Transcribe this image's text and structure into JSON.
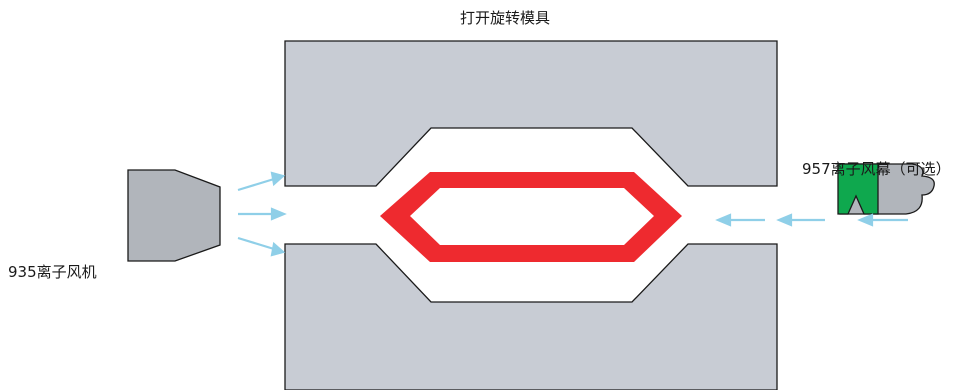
{
  "labels": {
    "title": "打开旋转模具",
    "blower": "935离子风机",
    "curtain": "957离子风幕（可选）"
  },
  "colors": {
    "mold": "#c8ccd4",
    "outline": "#1a1a1a",
    "part": "#ee2a2f",
    "device": "#b1b5bb",
    "curtain_nozzle": "#0fa84e",
    "airflow_arrow": "#8fcfe8"
  }
}
